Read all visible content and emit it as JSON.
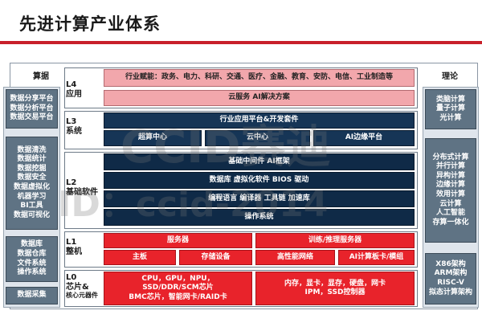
{
  "title": "先进计算产业体系",
  "left_column": {
    "header": "算据",
    "groups": [
      {
        "items": [
          "数据分享平台",
          "数据分析平台",
          "数据交易平台"
        ]
      },
      {
        "items": [
          "数据清洗",
          "数据统计",
          "数据挖掘",
          "数据安全",
          "数据虚拟化",
          "机器学习",
          "BI工具",
          "数据可视化"
        ]
      },
      {
        "items": [
          "数据库",
          "数据仓库",
          "文件系统",
          "操作系统"
        ]
      },
      {
        "items": [
          "数据采集"
        ]
      }
    ]
  },
  "right_column": {
    "header": "理论",
    "groups": [
      {
        "items": [
          "类脑计算",
          "量子计算",
          "光计算"
        ]
      },
      {
        "items": [
          "分布式计算",
          "并行计算",
          "异构计算",
          "边缘计算",
          "效用计算",
          "云计算",
          "人工智能",
          "存算一体化"
        ]
      },
      {
        "items": [
          "X86架构",
          "ARM架构",
          "RISC-V",
          "拟态计算架构"
        ]
      }
    ]
  },
  "layers": {
    "l4": {
      "code": "L4",
      "name": "应用",
      "industry": "行业赋能：政务、电力、科研、交通、医疗、金融、教育、安防、电信、工业制造等",
      "service": "云服务 AI解决方案"
    },
    "l3": {
      "code": "L3",
      "name": "系统",
      "platform": "行业应用平台&开发套件",
      "cells": [
        "超算中心",
        "云中心",
        "AI边缘平台"
      ]
    },
    "l2": {
      "code": "L2",
      "name": "基础软件",
      "row1": "基础中间件 AI框架",
      "row2": "数据库 虚拟化软件 BIOS 驱动",
      "row3": "编程语言 编译器 工具链 加速库",
      "row4": "操作系统"
    },
    "l1": {
      "code": "L1",
      "name": "整机",
      "cells": [
        "服务器",
        "训练/推理服务器",
        "主板",
        "存储设备",
        "高性能网络",
        "AI计算板卡/模组"
      ]
    },
    "l0": {
      "code": "L0",
      "name": "芯片&",
      "sub": "核心元器件",
      "left": [
        "CPU，GPU，NPU，",
        "SSD/DDR/SCM芯片",
        "BMC芯片，智能网卡/RAID卡"
      ],
      "right": [
        "内存，显卡，显存，硬盘，网卡",
        "IPM，SSD控制器"
      ]
    }
  },
  "watermark": {
    "line1": "CCID赛迪",
    "line2": "ID：ccid-2014"
  }
}
